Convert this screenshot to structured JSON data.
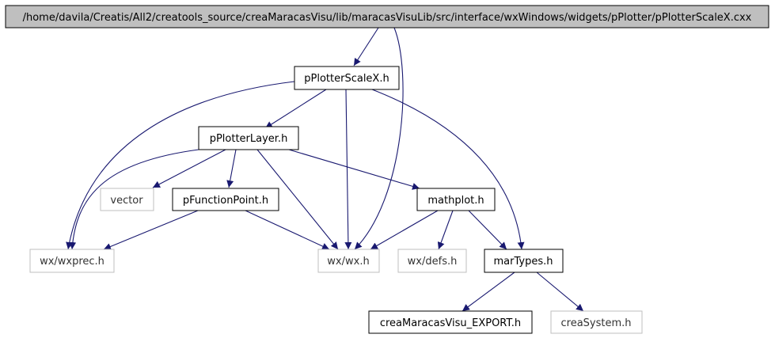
{
  "colors": {
    "edge": "#191970",
    "root_fill": "#bfbfbf",
    "node_border": "#000000",
    "external_border": "#bfbfbf",
    "background": "#ffffff"
  },
  "nodes": {
    "root": {
      "label": "/home/davila/Creatis/All2/creatools_source/creaMaracasVisu/lib/maracasVisuLib/src/interface/wxWindows/widgets/pPlotter/pPlotterScaleX.cxx"
    },
    "scalex": {
      "label": "pPlotterScaleX.h"
    },
    "layer": {
      "label": "pPlotterLayer.h"
    },
    "vector": {
      "label": "vector"
    },
    "fpoint": {
      "label": "pFunctionPoint.h"
    },
    "mathplot": {
      "label": "mathplot.h"
    },
    "wxprec": {
      "label": "wx/wxprec.h"
    },
    "wx": {
      "label": "wx/wx.h"
    },
    "defs": {
      "label": "wx/defs.h"
    },
    "martypes": {
      "label": "marTypes.h"
    },
    "export": {
      "label": "creaMaracasVisu_EXPORT.h"
    },
    "system": {
      "label": "creaSystem.h"
    }
  }
}
